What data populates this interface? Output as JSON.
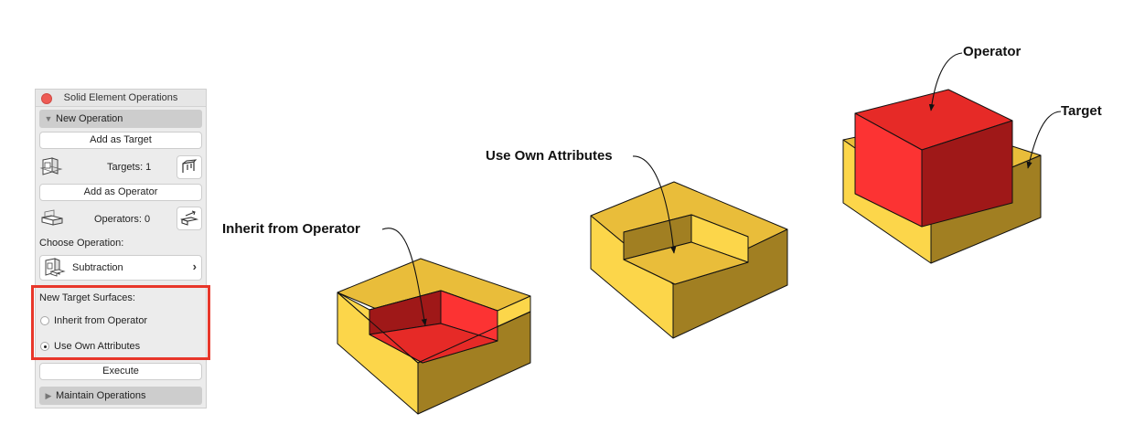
{
  "palette": {
    "title": "Solid Element Operations",
    "new_operation": "New Operation",
    "add_as_target": "Add as Target",
    "targets_label": "Targets: 1",
    "add_as_operator": "Add as Operator",
    "operators_label": "Operators: 0",
    "choose_operation": "Choose Operation:",
    "operation_value": "Subtraction",
    "new_target_surfaces": "New Target Surfaces:",
    "options": [
      {
        "label": "Inherit from Operator",
        "selected": false
      },
      {
        "label": "Use Own Attributes",
        "selected": true
      }
    ],
    "execute": "Execute",
    "maintain_operations": "Maintain Operations"
  },
  "annotations": {
    "inherit": "Inherit from Operator",
    "own": "Use Own Attributes",
    "operator": "Operator",
    "target": "Target"
  },
  "colors": {
    "accent_red": "#e8372a",
    "target_top": "#e9bd3a",
    "target_left": "#fcd64a",
    "target_right": "#a17f22",
    "operator_top": "#e62a27",
    "operator_front": "#fc3333",
    "operator_side": "#9f1818"
  },
  "icons": [
    "close-icon",
    "disclosure-triangle-down-icon",
    "target-element-icon",
    "select-targets-icon",
    "operator-element-icon",
    "select-operators-icon",
    "subtraction-icon",
    "chevron-right-icon",
    "disclosure-triangle-right-icon"
  ]
}
